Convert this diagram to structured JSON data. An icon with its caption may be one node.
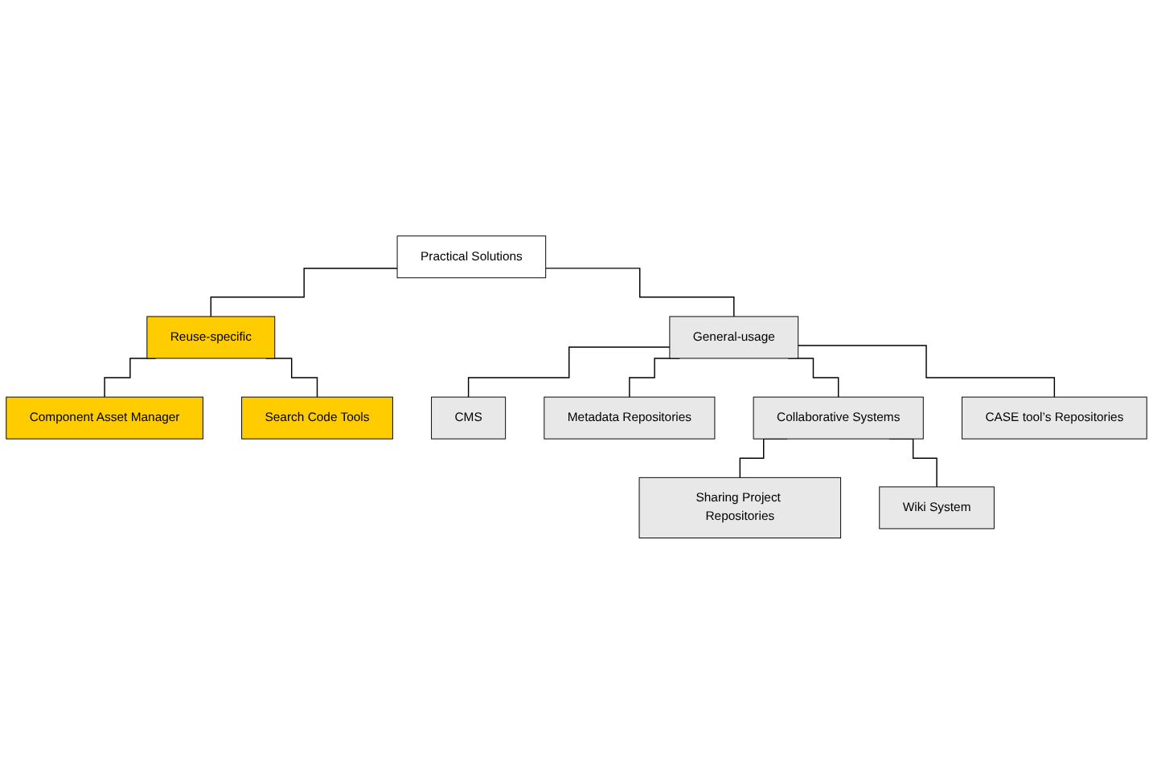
{
  "diagram": {
    "nodes": [
      {
        "text": [
          "Practical Solutions"
        ]
      },
      {
        "text": [
          "Reuse-specific"
        ]
      },
      {
        "text": [
          "General-usage"
        ]
      },
      {
        "text": [
          "Component Asset Manager"
        ]
      },
      {
        "text": [
          "Search Code Tools"
        ]
      },
      {
        "text": [
          "CMS"
        ]
      },
      {
        "text": [
          "Metadata Repositories"
        ]
      },
      {
        "text": [
          "Collaborative Systems"
        ]
      },
      {
        "text": [
          "CASE tool’s Repositories"
        ]
      },
      {
        "text": [
          "Sharing Project Repositories"
        ]
      },
      {
        "text": [
          "Wiki System"
        ]
      }
    ],
    "edges": [
      {
        "from": 0,
        "to": 1,
        "arrow": "none"
      },
      {
        "from": 0,
        "to": 2,
        "arrow": "none"
      },
      {
        "from": 1,
        "to": 3,
        "arrow": "none"
      },
      {
        "from": 1,
        "to": 4,
        "arrow": "none"
      },
      {
        "from": 2,
        "to": 5,
        "arrow": "none"
      },
      {
        "from": 2,
        "to": 6,
        "arrow": "none"
      },
      {
        "from": 2,
        "to": 7,
        "arrow": "none"
      },
      {
        "from": 2,
        "to": 8,
        "arrow": "none"
      },
      {
        "from": 7,
        "to": 9,
        "arrow": "none"
      },
      {
        "from": 7,
        "to": 10,
        "arrow": "none"
      }
    ]
  }
}
